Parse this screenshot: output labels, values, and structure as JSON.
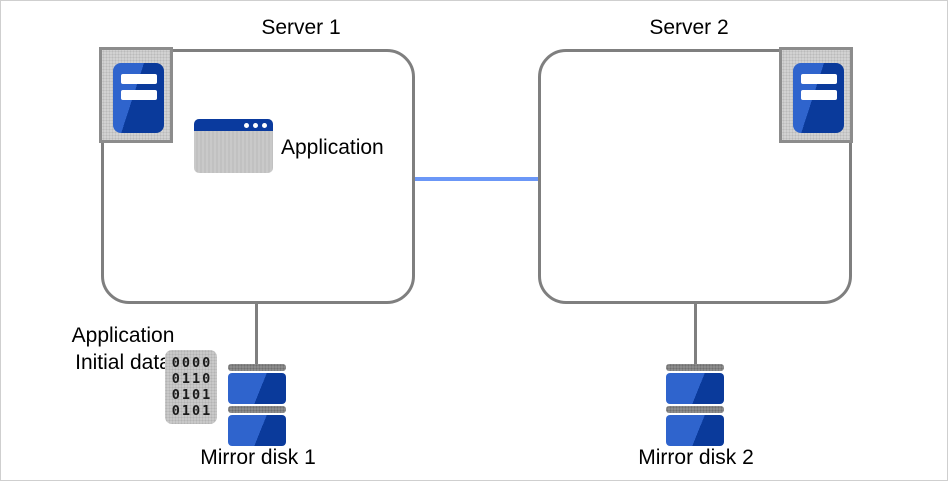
{
  "diagram": {
    "server1": {
      "label": "Server 1"
    },
    "server2": {
      "label": "Server 2"
    },
    "application": {
      "label": "Application"
    },
    "app_data": {
      "label_line1": "Application",
      "label_line2": "Initial data",
      "binary_rows": [
        "0000",
        "0110",
        "0101",
        "0101"
      ]
    },
    "disk1": {
      "label": "Mirror disk 1"
    },
    "disk2": {
      "label": "Mirror disk 2"
    }
  },
  "colors": {
    "line_gray": "#7f7f7f",
    "link_blue": "#6b97f7",
    "blue_light": "#2f64cd",
    "blue_dark": "#0a3a9b",
    "titlebar_blue": "#0a3a9e",
    "icon_bg": "#d2d2d2",
    "icon_border": "#8c8c8c",
    "window_gray": "#c6c6c6",
    "binary_bg": "#c9c9c9",
    "cap_gray": "#8c8c8c",
    "text": "#000000"
  }
}
